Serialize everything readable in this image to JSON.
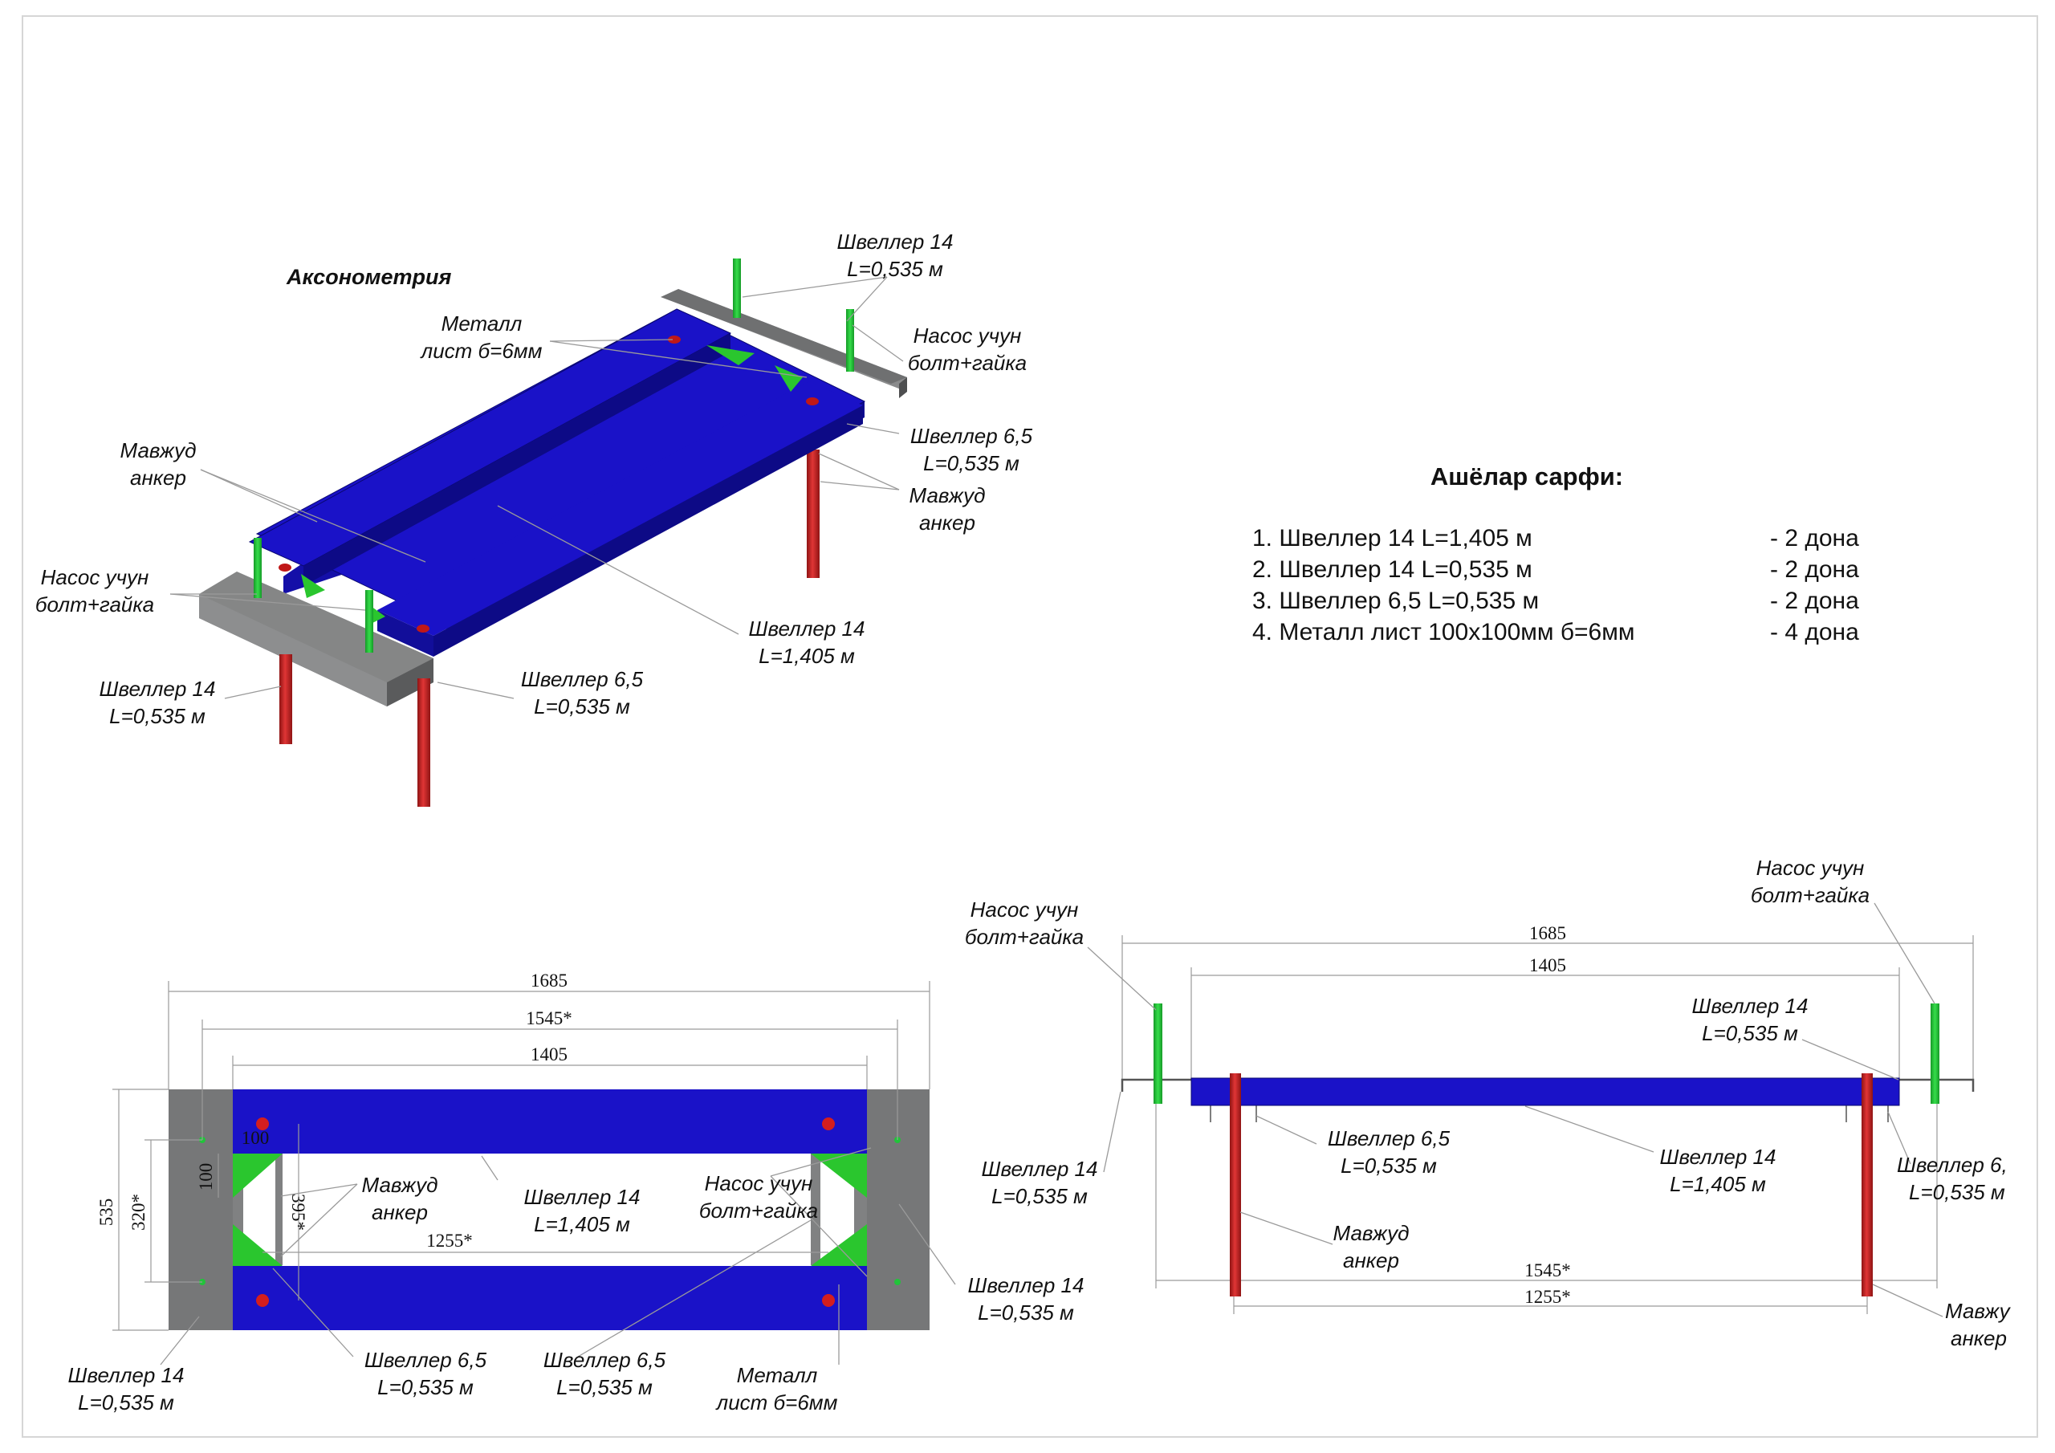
{
  "axon": {
    "title": "Аксонометрия",
    "labels": {
      "shv14_top": [
        "Швеллер 14",
        "L=0,535 м"
      ],
      "plate": [
        "Металл",
        "лист б=6мм"
      ],
      "bolt_right": [
        "Насос учун",
        "болт+гайка"
      ],
      "shv65_right": [
        "Швеллер 6,5",
        "L=0,535 м"
      ],
      "anchor_right": [
        "Мавжуд",
        "анкер"
      ],
      "anchor_left": [
        "Мавжуд",
        "анкер"
      ],
      "bolt_left": [
        "Насос учун",
        "болт+гайка"
      ],
      "shv14_long": [
        "Швеллер 14",
        "L=1,405 м"
      ],
      "shv14_left": [
        "Швеллер 14",
        "L=0,535 м"
      ],
      "shv65_left": [
        "Швеллер 6,5",
        "L=0,535 м"
      ]
    }
  },
  "materials": {
    "title": "Ашёлар сарфи:",
    "items": [
      {
        "name": "1. Швеллер 14 L=1,405 м",
        "qty": "- 2 дона"
      },
      {
        "name": "2. Швеллер 14 L=0,535 м",
        "qty": "- 2 дона"
      },
      {
        "name": "3. Швеллер 6,5 L=0,535 м",
        "qty": "- 2 дона"
      },
      {
        "name": "4. Металл лист 100х100мм б=6мм",
        "qty": "- 4 дона"
      }
    ]
  },
  "plan": {
    "dims": {
      "overall": "1685",
      "outer": "1545*",
      "inner": "1405",
      "width": "535",
      "width_inner": "320*",
      "plate_h": "100",
      "plate_w": "100",
      "anchor_sp": "395*",
      "anchor_long": "1255*"
    },
    "labels": {
      "anchor": [
        "Мавжуд",
        "анкер"
      ],
      "shv14_long": [
        "Швеллер 14",
        "L=1,405 м"
      ],
      "bolt": [
        "Насос учун",
        "болт+гайка"
      ],
      "shv14_right": [
        "Швеллер 14",
        "L=0,535 м"
      ],
      "shv14_left": [
        "Швеллер 14",
        "L=0,535 м"
      ],
      "shv65_a": [
        "Швеллер 6,5",
        "L=0,535 м"
      ],
      "shv65_b": [
        "Швеллер 6,5",
        "L=0,535 м"
      ],
      "plate": [
        "Металл",
        "лист б=6мм"
      ]
    }
  },
  "elevation": {
    "dims": {
      "overall": "1685",
      "inner": "1405",
      "outer": "1545*",
      "anchor": "1255*"
    },
    "labels": {
      "bolt_left": [
        "Насос учун",
        "болт+гайка"
      ],
      "bolt_right": [
        "Насос учун",
        "болт+гайка"
      ],
      "shv14_top": [
        "Швеллер 14",
        "L=0,535 м"
      ],
      "shv14_left": [
        "Швеллер 14",
        "L=0,535 м"
      ],
      "shv65_mid": [
        "Швеллер 6,5",
        "L=0,535 м"
      ],
      "shv14_long": [
        "Швеллер 14",
        "L=1,405 м"
      ],
      "shv65_right": [
        "Швеллер 6,",
        "L=0,535 м"
      ],
      "anchor_mid": [
        "Мавжуд",
        "анкер"
      ],
      "anchor_right": [
        "Мавжу",
        "анкер"
      ]
    }
  },
  "colors": {
    "channel14": "#1a12c8",
    "channel_end": "#7a7b7c",
    "anchor": "#c62323",
    "bolt": "#21c43a",
    "plate": "#2ac62e",
    "dot": "#d41e1e"
  }
}
